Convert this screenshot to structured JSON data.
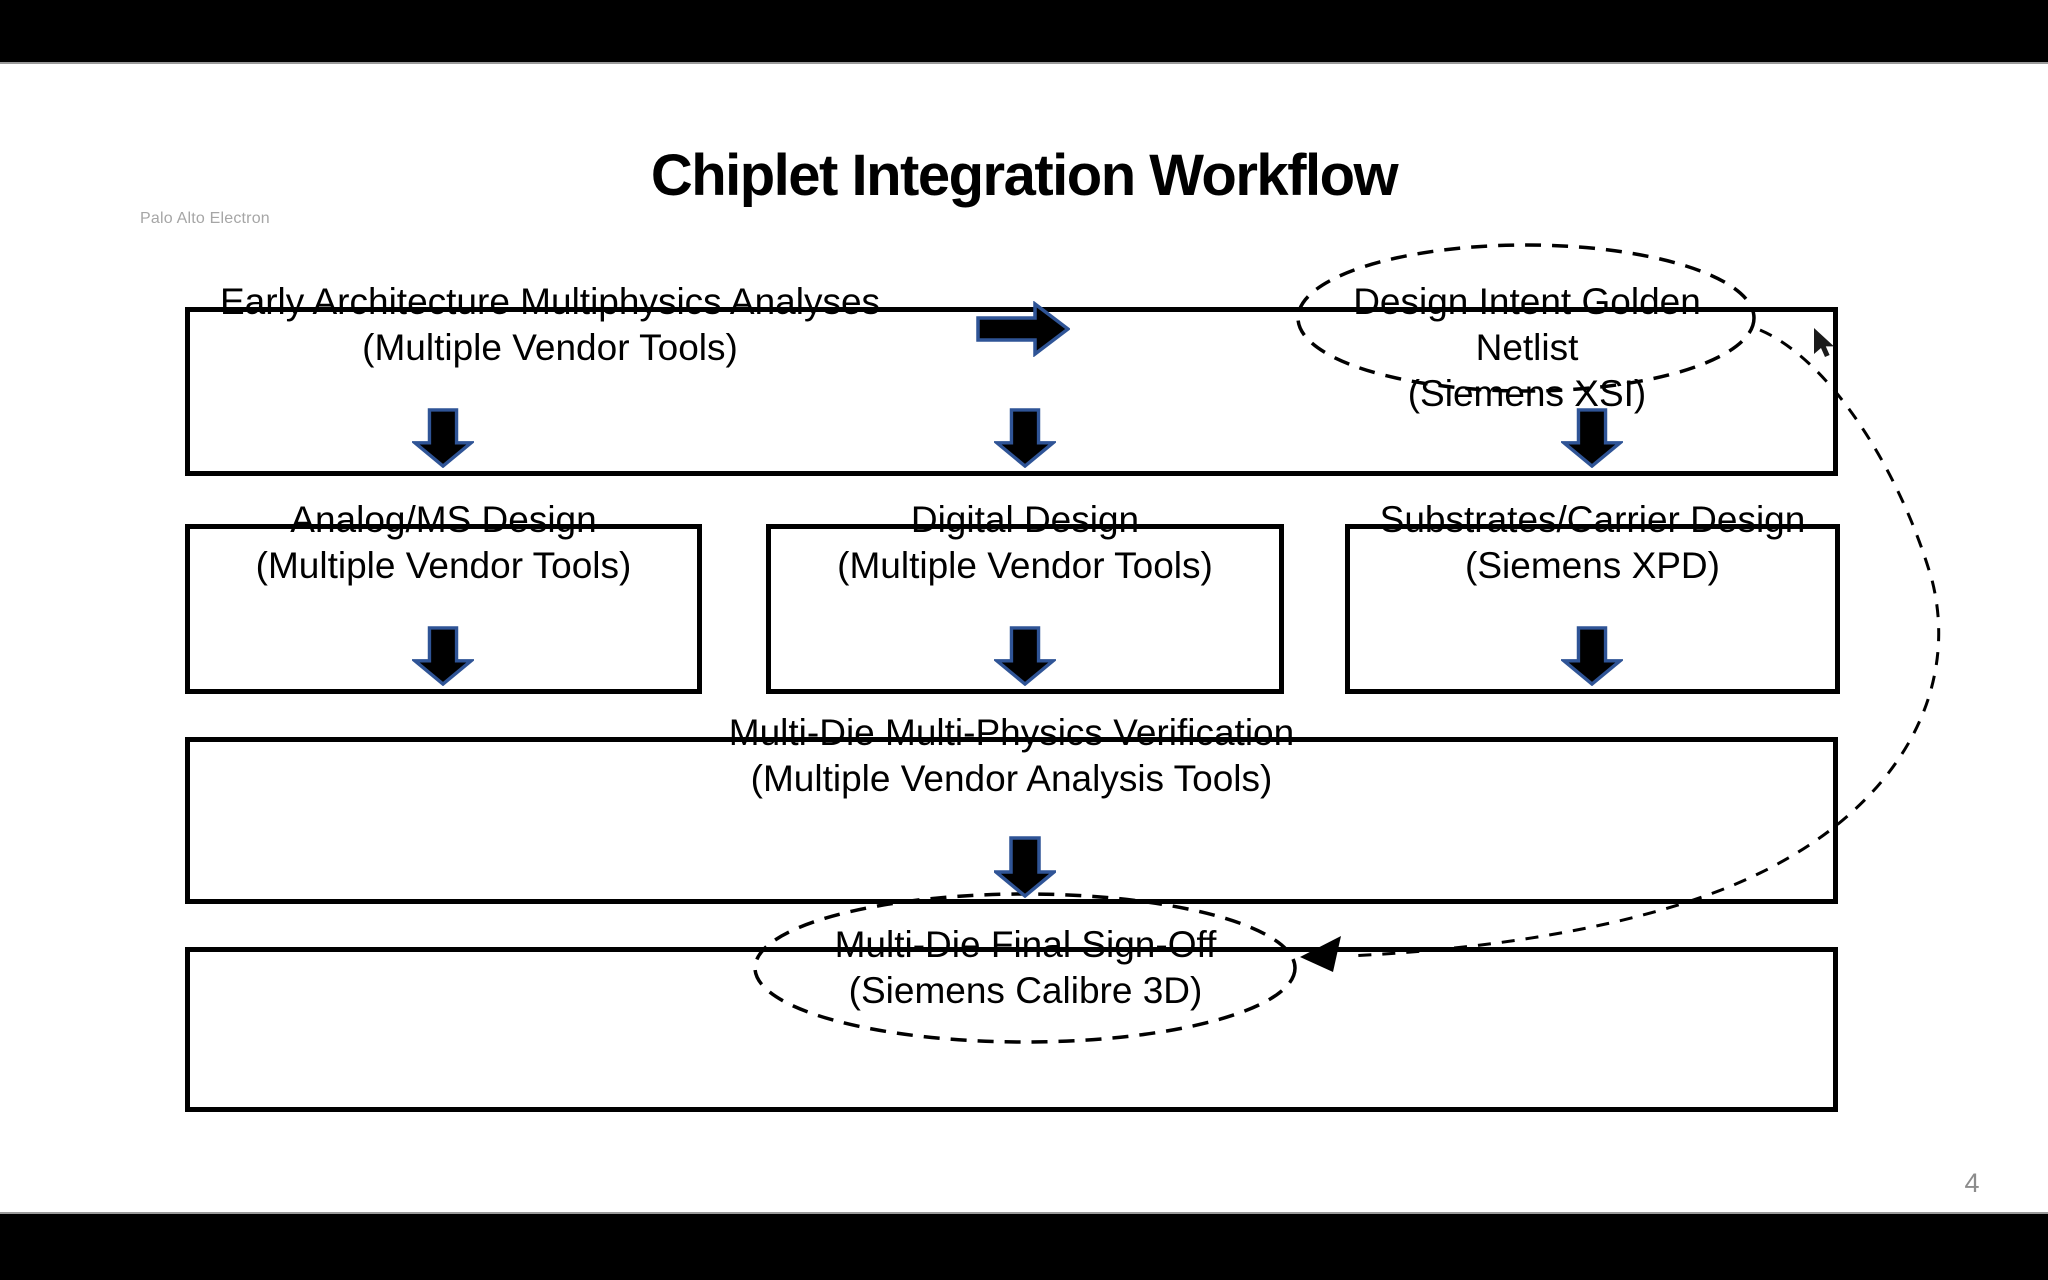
{
  "slide": {
    "watermark": "Palo Alto Electron",
    "title": "Chiplet Integration Workflow",
    "page_number": "4"
  },
  "flow": {
    "early": {
      "line1": "Early Architecture Multiphysics Analyses",
      "line2": "(Multiple Vendor Tools)"
    },
    "netlist": {
      "line1": "Design Intent Golden Netlist",
      "line2": "(Siemens XSI)"
    },
    "analog": {
      "line1": "Analog/MS Design",
      "line2": "(Multiple Vendor Tools)"
    },
    "digital": {
      "line1": "Digital Design",
      "line2": "(Multiple Vendor Tools)"
    },
    "substrates": {
      "line1": "Substrates/Carrier Design",
      "line2": "(Siemens XPD)"
    },
    "verification": {
      "line1": "Multi-Die Multi-Physics Verification",
      "line2": "(Multiple Vendor Analysis Tools)"
    },
    "signoff": {
      "line1": "Multi-Die Final Sign-Off",
      "line2": "(Siemens Calibre 3D)"
    }
  },
  "colors": {
    "arrow_fill": "#000000",
    "arrow_outline": "#2f5496",
    "box_border": "#000000",
    "dashed_line": "#000000",
    "watermark_text": "#a6a6a6",
    "page_number_text": "#8c8c8c"
  }
}
